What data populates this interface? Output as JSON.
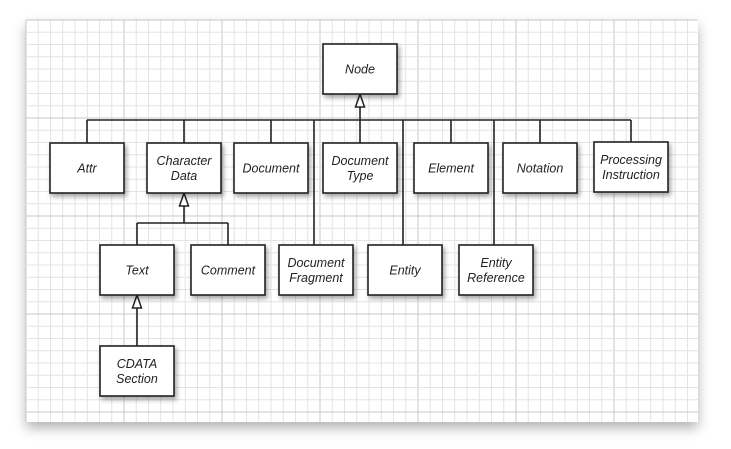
{
  "title": "DOM Node class hierarchy",
  "root": {
    "id": "node",
    "label": [
      "Node"
    ]
  },
  "level1": [
    {
      "id": "attr",
      "label": [
        "Attr"
      ]
    },
    {
      "id": "character-data",
      "label": [
        "Character",
        "Data"
      ]
    },
    {
      "id": "document",
      "label": [
        "Document"
      ]
    },
    {
      "id": "document-type",
      "label": [
        "Document",
        "Type"
      ]
    },
    {
      "id": "element",
      "label": [
        "Element"
      ]
    },
    {
      "id": "notation",
      "label": [
        "Notation"
      ]
    },
    {
      "id": "processing-instruction",
      "label": [
        "Processing",
        "Instruction"
      ]
    },
    {
      "id": "document-fragment",
      "label": [
        "Document",
        "Fragment"
      ]
    },
    {
      "id": "entity",
      "label": [
        "Entity"
      ]
    },
    {
      "id": "entity-reference",
      "label": [
        "Entity",
        "Reference"
      ]
    }
  ],
  "character_data_children": [
    {
      "id": "text",
      "label": [
        "Text"
      ]
    },
    {
      "id": "comment",
      "label": [
        "Comment"
      ]
    }
  ],
  "text_children": [
    {
      "id": "cdata-section",
      "label": [
        "CDATA",
        "Section"
      ]
    }
  ],
  "colors": {
    "grid_minor": "#e4e4e4",
    "grid_major": "#c8c8c8",
    "line": "#222222",
    "box_fill": "#ffffff"
  }
}
